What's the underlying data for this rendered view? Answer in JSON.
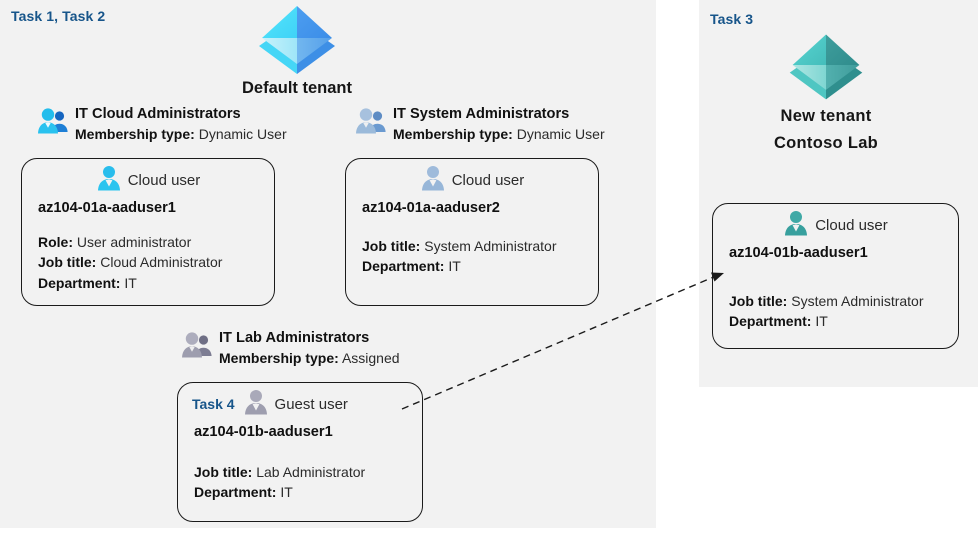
{
  "panels": {
    "left": {
      "name": "default-tenant-panel"
    },
    "right": {
      "name": "new-tenant-panel"
    }
  },
  "labels": {
    "task12": "Task 1, Task 2",
    "task3": "Task 3",
    "task4": "Task 4"
  },
  "tenants": {
    "default": {
      "icon": "azure-ad-tenant-icon",
      "name": "Default tenant"
    },
    "new": {
      "icon": "azure-ad-tenant-icon",
      "line1": "New  tenant",
      "line2": "Contoso Lab"
    }
  },
  "groups": [
    {
      "id": "it-cloud-administrators",
      "icon": "group-users-icon",
      "title": "IT Cloud Administrators",
      "meta_label": "Membership type:",
      "meta_value": "Dynamic User"
    },
    {
      "id": "it-system-administrators",
      "icon": "group-users-icon",
      "title": "IT System Administrators",
      "meta_label": "Membership type:",
      "meta_value": "Dynamic User"
    },
    {
      "id": "it-lab-administrators",
      "icon": "group-users-icon",
      "title": "IT Lab Administrators",
      "meta_label": "Membership type:",
      "meta_value": "Assigned"
    }
  ],
  "cards": [
    {
      "id": "az104-01a-aaduser1",
      "user_type_icon": "cloud-user-icon",
      "user_type": "Cloud user",
      "name": "az104-01a-aaduser1",
      "props": [
        {
          "label": "Role:",
          "value": "User administrator"
        },
        {
          "label": "Job title:",
          "value": "Cloud Administrator"
        },
        {
          "label": "Department:",
          "value": "IT"
        }
      ]
    },
    {
      "id": "az104-01a-aaduser2",
      "user_type_icon": "cloud-user-icon",
      "user_type": "Cloud user",
      "name": "az104-01a-aaduser2",
      "props": [
        {
          "label": "Job title:",
          "value": "System Administrator"
        },
        {
          "label": "Department:",
          "value": "IT"
        }
      ]
    },
    {
      "id": "az104-01b-aaduser1-guest",
      "task": "Task 4",
      "user_type_icon": "guest-user-icon",
      "user_type": "Guest user",
      "name": "az104-01b-aaduser1",
      "props": [
        {
          "label": "Job title:",
          "value": "Lab Administrator"
        },
        {
          "label": "Department:",
          "value": "IT"
        }
      ]
    },
    {
      "id": "az104-01b-aaduser1-cloud",
      "user_type_icon": "cloud-user-icon",
      "user_type": "Cloud user",
      "name": "az104-01b-aaduser1",
      "props": [
        {
          "label": "Job title:",
          "value": "System Administrator"
        },
        {
          "label": "Department:",
          "value": "IT"
        }
      ]
    }
  ],
  "connector": {
    "name": "guest-to-cloud-user-arrow",
    "style": "dashed-arrow"
  },
  "colors": {
    "panel_background": "#f2f2f2",
    "task_label": "#17558a",
    "text": "#2b2b2b",
    "bold_text": "#111111",
    "card_border": "#1b1b1b",
    "tenant_default_icon": "#3ec6f0",
    "tenant_new_icon": "#3fb3ad",
    "cloud_user_bright": "#29b6e8",
    "cloud_user_muted": "#8aa9ce",
    "guest_user_grey": "#9a9aaa",
    "cloud_user_teal": "#3ba9a5"
  }
}
